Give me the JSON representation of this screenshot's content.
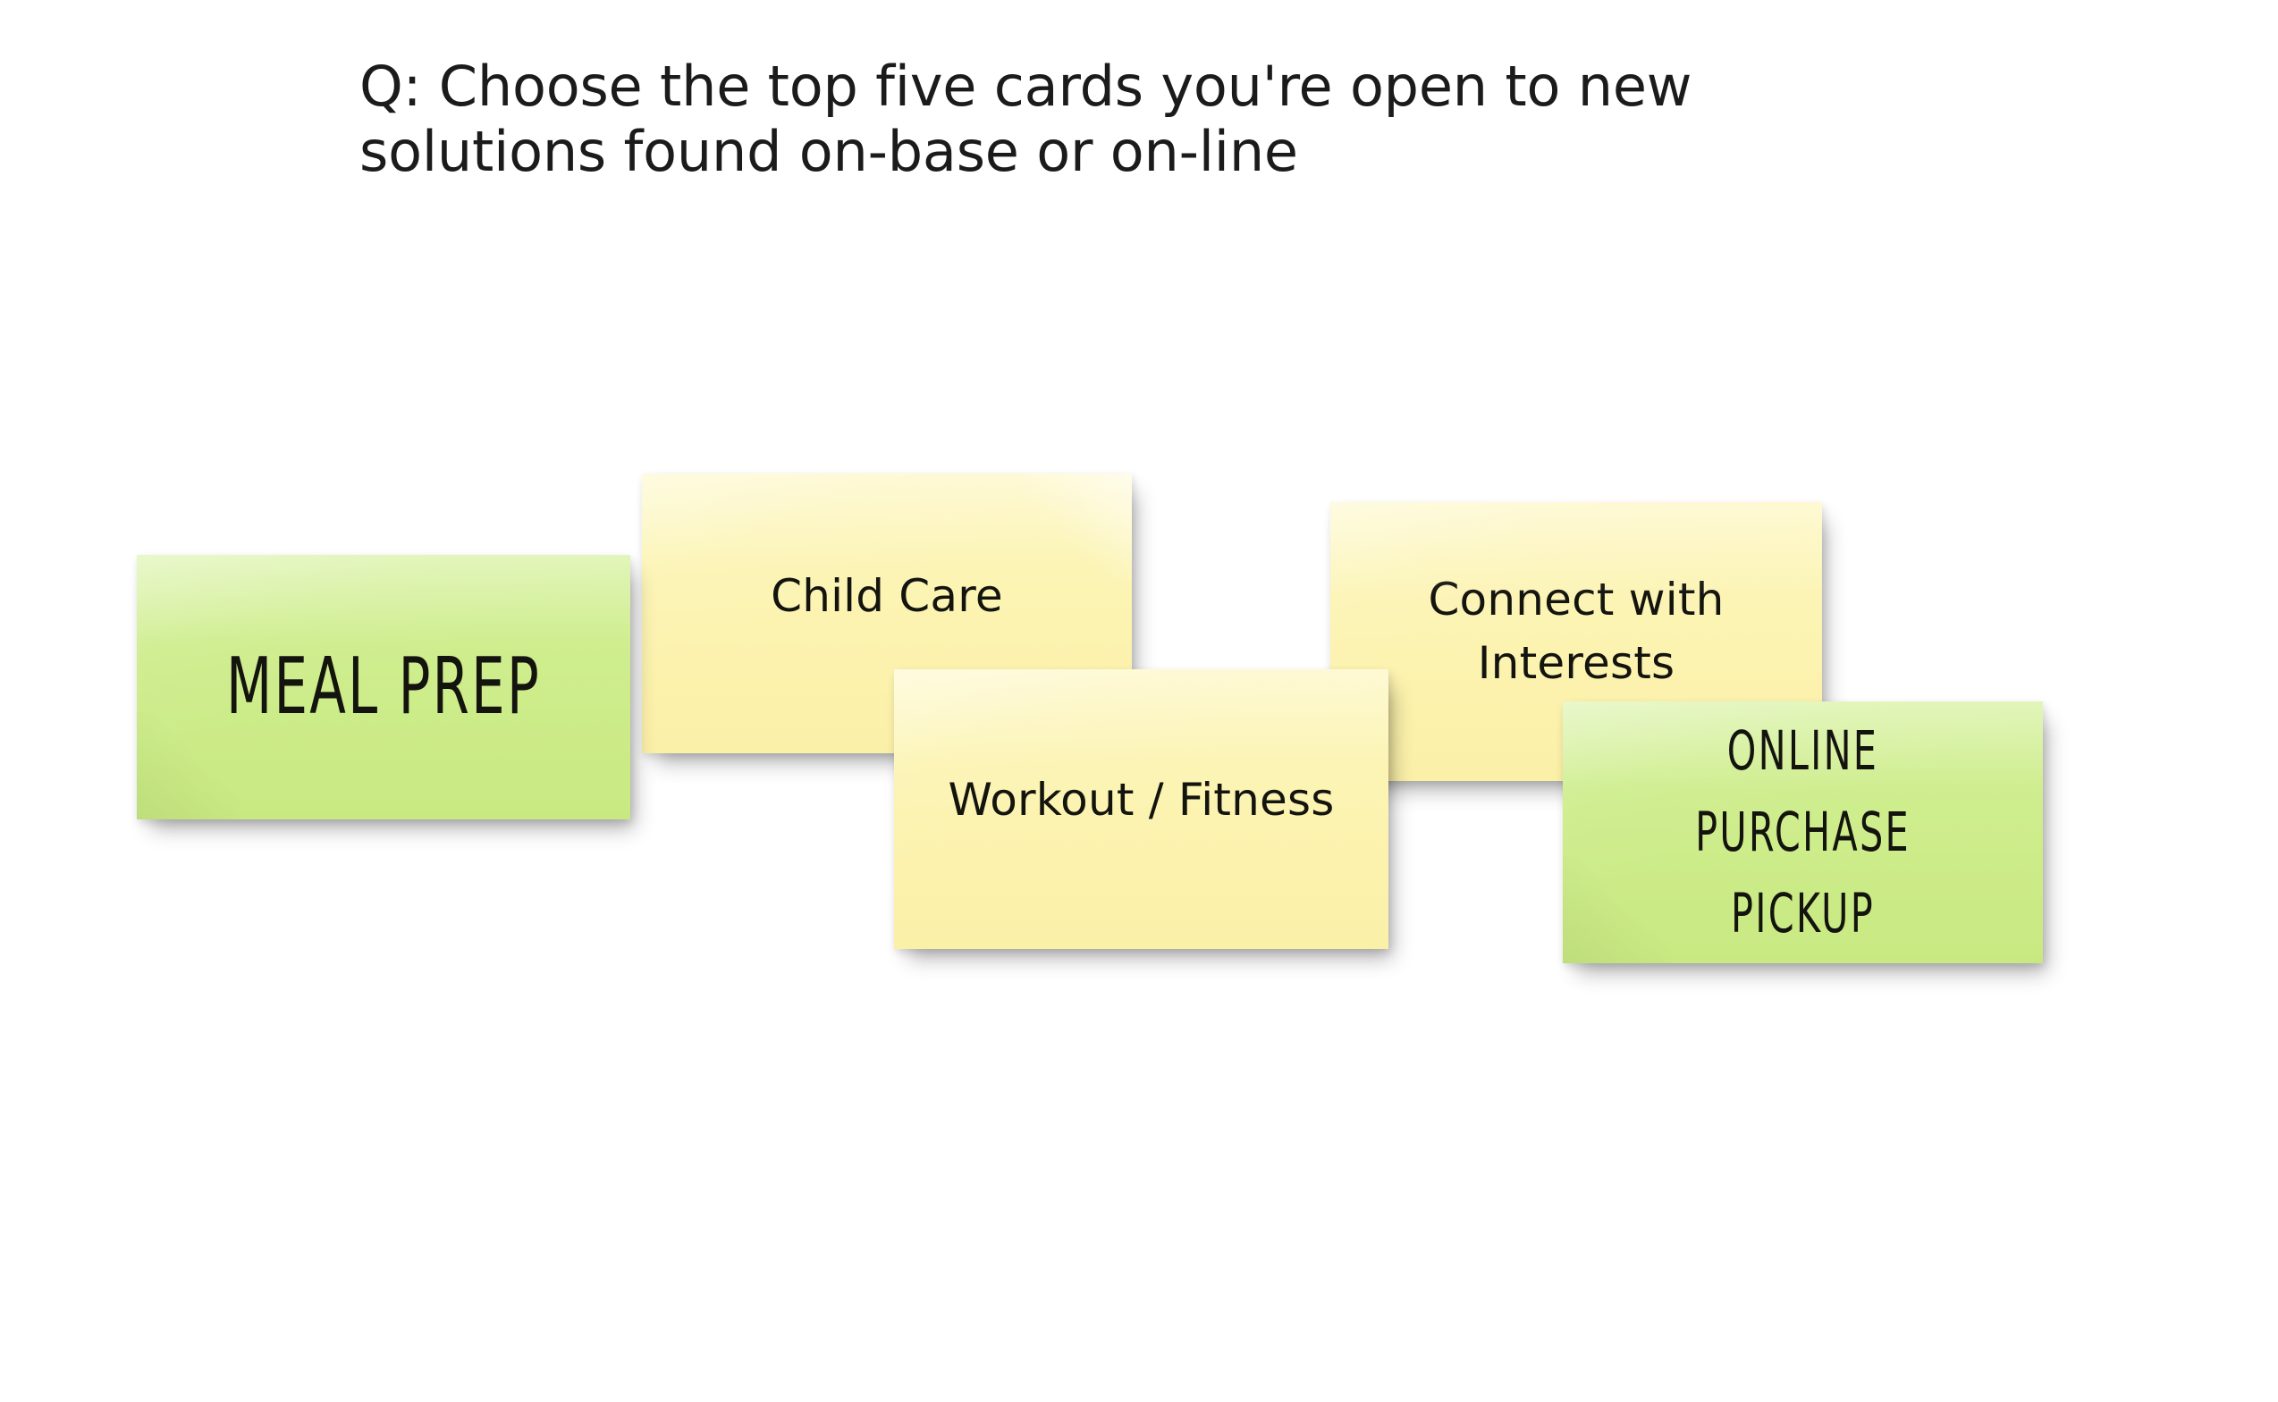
{
  "page": {
    "background_color": "#ffffff",
    "title": "Q: Choose the top five cards you're open to new\nsolutions found on-base or on-line"
  },
  "colors": {
    "yellow_note": "#fcf3b0",
    "green_note": "#cdec8a",
    "text": "#14140f",
    "title_text": "#1b1b1b"
  },
  "notes": [
    {
      "id": "meal-prep",
      "label": "MEAL PREP",
      "color": "green",
      "style": "handwritten"
    },
    {
      "id": "child-care",
      "label": "Child Care",
      "color": "yellow",
      "style": "typed"
    },
    {
      "id": "workout-fitness",
      "label": "Workout / Fitness",
      "color": "yellow",
      "style": "typed"
    },
    {
      "id": "connect-with-interests",
      "label": "Connect with\nInterests",
      "color": "yellow",
      "style": "typed"
    },
    {
      "id": "online-purchase-pickup",
      "label": "ONLINE\nPURCHASE\nPICKUP",
      "color": "green",
      "style": "handwritten"
    }
  ]
}
